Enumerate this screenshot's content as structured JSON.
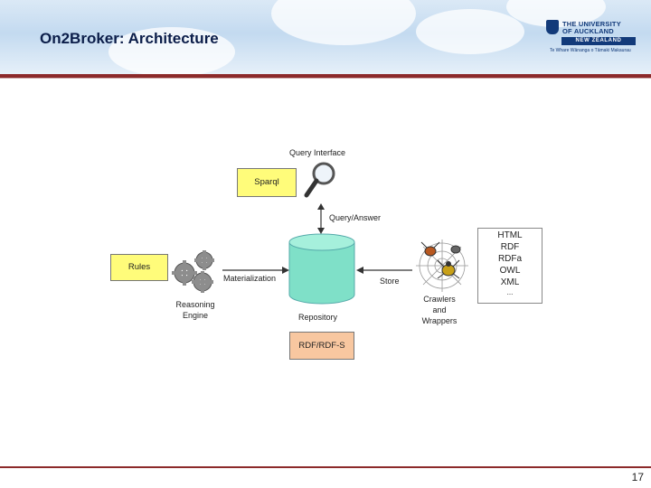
{
  "slide": {
    "title": "On2Broker: Architecture",
    "page_number": "17"
  },
  "logo": {
    "line1": "THE UNIVERSITY",
    "line2": "OF AUCKLAND",
    "line3": "NEW ZEALAND",
    "motto": "Te Whare Wānanga o Tāmaki Makaurau"
  },
  "diagram": {
    "query_interface_label": "Query Interface",
    "sparql_box": "Sparql",
    "query_answer_label": "Query/Answer",
    "rules_box": "Rules",
    "materialization_label": "Materialization",
    "reasoning_engine_line1": "Reasoning",
    "reasoning_engine_line2": "Engine",
    "repository_label": "Repository",
    "rdf_box": "RDF/RDF-S",
    "store_label": "Store",
    "crawlers_line1": "Crawlers",
    "crawlers_line2": "and",
    "crawlers_line3": "Wrappers",
    "formats": [
      "HTML",
      "RDF",
      "RDFa",
      "OWL",
      "XML",
      "..."
    ]
  },
  "colors": {
    "title": "#0c1e4a",
    "accent_rule": "#8c2a2a",
    "box_yellow": "#fffc7a",
    "box_peach": "#f8c7a0",
    "cylinder": "#7fe0c8"
  }
}
